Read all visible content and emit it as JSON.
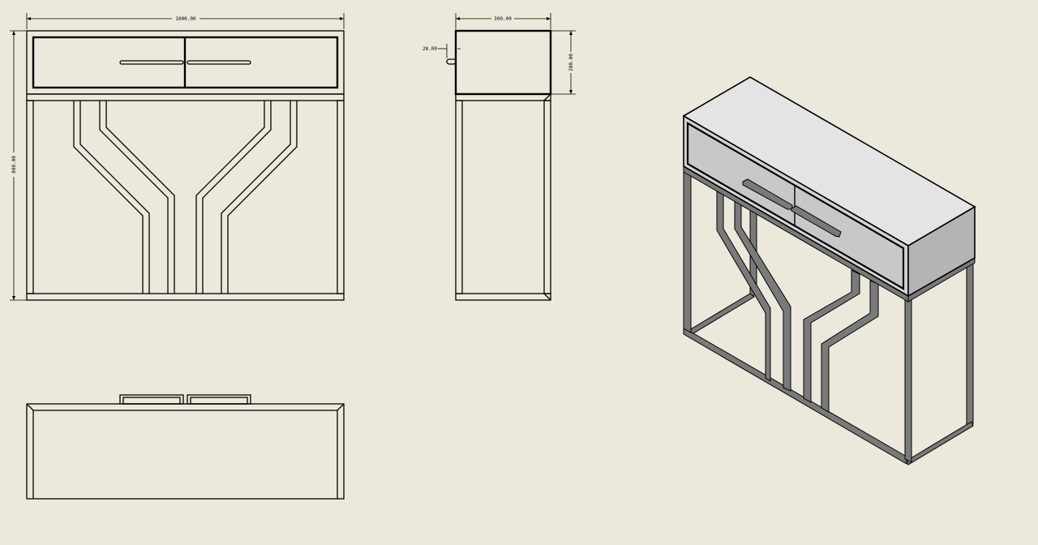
{
  "drawing": {
    "views": [
      "front-view",
      "side-view",
      "top-view",
      "isometric-view"
    ],
    "background_color": "#ece9dc",
    "dimensions": {
      "width": "1000.00",
      "depth": "300.00",
      "handle_projection": "28.00",
      "box_height": "200.00",
      "overall_height": "800.00"
    },
    "shading": {
      "top_face": "#e4e4e4",
      "front_face": "#d2d2d2",
      "side_face": "#b4b4b4",
      "frame": "#7a7a7a"
    }
  }
}
